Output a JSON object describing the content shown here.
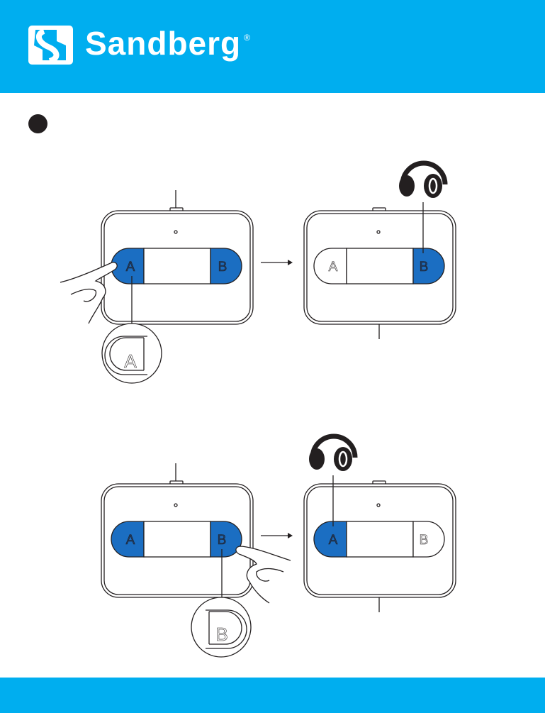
{
  "brand": {
    "name": "Sandberg",
    "registered": "®"
  },
  "colors": {
    "header": "#00AEEF",
    "button_active": "#1B6EC2",
    "line": "#231F20"
  },
  "step1": {
    "left_device": {
      "a": "A",
      "b": "B"
    },
    "right_device": {
      "a": "A",
      "b": "B"
    },
    "zoom_label": "A"
  },
  "step2": {
    "left_device": {
      "a": "A",
      "b": "B"
    },
    "right_device": {
      "a": "A",
      "b": "B"
    },
    "zoom_label": "B"
  },
  "icons": [
    "sandberg-logo-icon",
    "bullet-icon",
    "hand-icon",
    "headphones-icon",
    "arrow-right-icon"
  ]
}
